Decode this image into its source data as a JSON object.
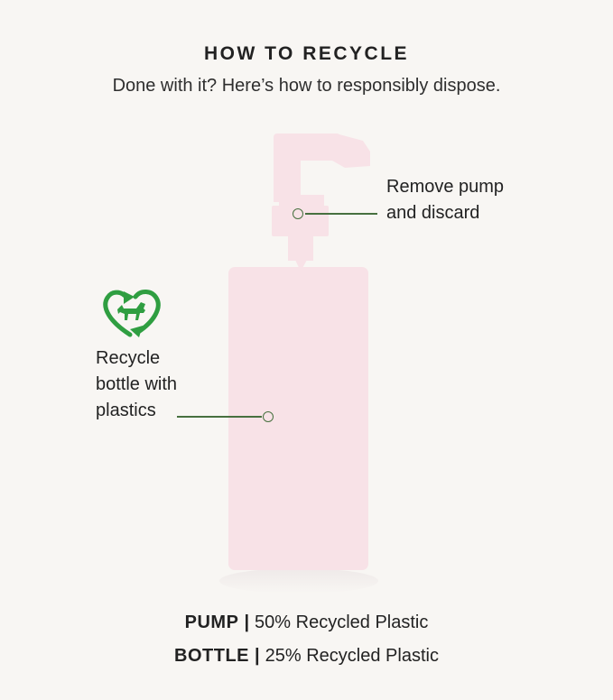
{
  "header": {
    "title": "HOW TO RECYCLE",
    "subtitle": "Done with it? Here’s how to responsibly dispose."
  },
  "callouts": {
    "pump_note": "Remove pump and discard",
    "bottle_note": "Recycle bottle with plastics"
  },
  "footer": {
    "rows": [
      {
        "label": "PUMP",
        "separator": "|",
        "value": "50% Recycled Plastic"
      },
      {
        "label": "BOTTLE",
        "separator": "|",
        "value": "25% Recycled Plastic"
      }
    ]
  },
  "icons": {
    "recycle_heart_dog": "recycle-heart-dog-icon"
  },
  "colors": {
    "background": "#f8f6f3",
    "bottle_pink": "#f8e2e7",
    "text_dark": "#222222",
    "line_green": "#47703f",
    "icon_green": "#2f9e41"
  }
}
